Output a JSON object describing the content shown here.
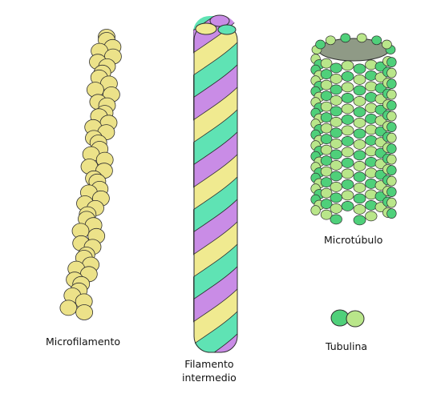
{
  "labels": {
    "microfilamento": "Microfilamento",
    "filamento_line1": "Filamento",
    "filamento_line2": "intermedio",
    "microtubulo": "Microtúbulo",
    "tubulina": "Tubulina"
  },
  "colors": {
    "actin": "#ece289",
    "yellow_strand": "#f0ea90",
    "green_strand": "#5fe3b4",
    "purple_strand": "#c98ce6",
    "tubulin_light": "#b9e68a",
    "tubulin_green": "#4fd07a",
    "lumen": "#8f9a86",
    "outline": "#2f2f2f"
  }
}
